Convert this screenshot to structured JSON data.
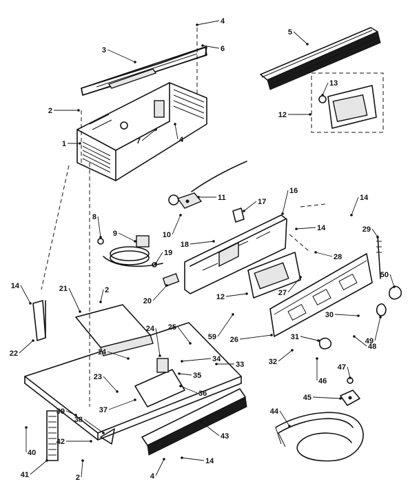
{
  "callouts": [
    "1",
    "2",
    "3",
    "4",
    "5",
    "6",
    "7",
    "8",
    "9",
    "10",
    "11",
    "12",
    "13",
    "14",
    "16",
    "17",
    "18",
    "19",
    "20",
    "21",
    "22",
    "23",
    "24",
    "25",
    "26",
    "27",
    "28",
    "29",
    "30",
    "31",
    "32",
    "33",
    "34",
    "35",
    "36",
    "37",
    "38",
    "39",
    "40",
    "41",
    "42",
    "43",
    "44",
    "45",
    "46",
    "47",
    "48",
    "49",
    "50",
    "59"
  ]
}
